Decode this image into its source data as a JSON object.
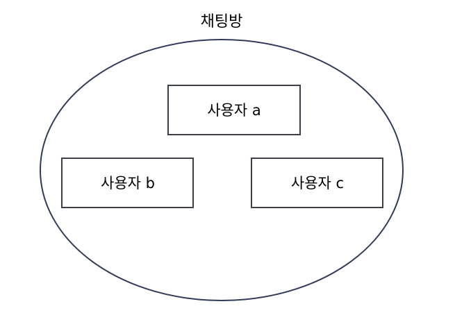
{
  "diagram": {
    "title": "채팅방",
    "users": [
      {
        "label": "사용자 a"
      },
      {
        "label": "사용자 b"
      },
      {
        "label": "사용자 c"
      }
    ]
  },
  "colors": {
    "ellipse_stroke": "#2f3a59",
    "box_stroke": "#3a3f4a",
    "background": "#ffffff",
    "text": "#000000"
  }
}
